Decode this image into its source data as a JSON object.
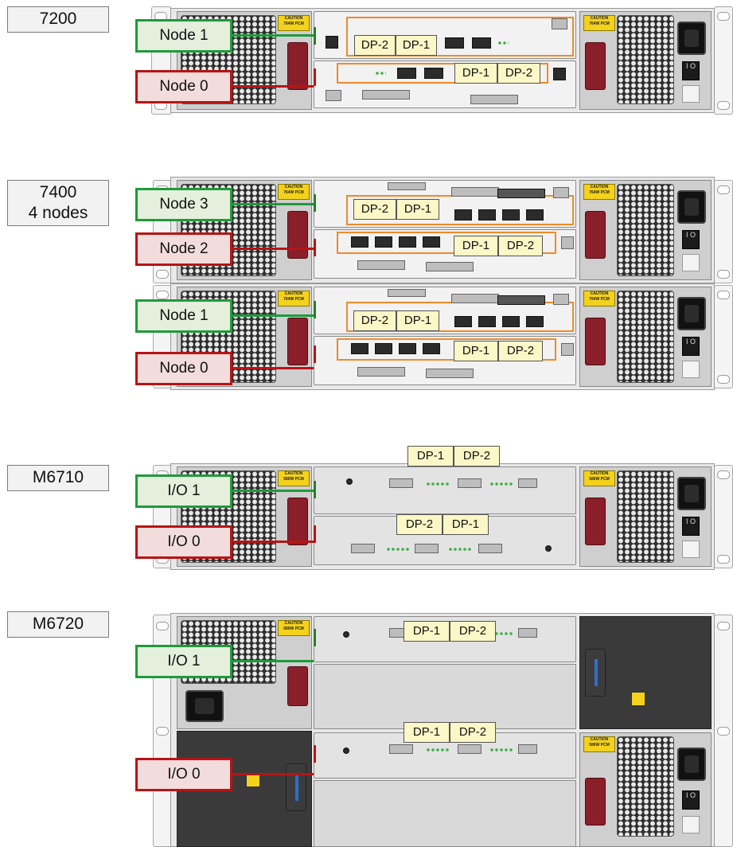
{
  "models": [
    {
      "id": "7200",
      "label": "7200",
      "label2": ""
    },
    {
      "id": "7400",
      "label": "7400",
      "label2": "4 nodes"
    },
    {
      "id": "m6710",
      "label": "M6710",
      "label2": ""
    },
    {
      "id": "m6720",
      "label": "M6720",
      "label2": ""
    }
  ],
  "callouts": {
    "n7200_node1": "Node 1",
    "n7200_node0": "Node 0",
    "n7400_node3": "Node 3",
    "n7400_node2": "Node 2",
    "n7400_node1": "Node 1",
    "n7400_node0": "Node 0",
    "m6710_io1": "I/O 1",
    "m6710_io0": "I/O 0",
    "m6720_io1": "I/O 1",
    "m6720_io0": "I/O 0"
  },
  "ports": {
    "dp1": "DP-1",
    "dp2": "DP-2"
  },
  "psu": {
    "caution": "CAUTION",
    "pcm_764": "764W PCM",
    "pcm_580": "580W PCM"
  },
  "colors": {
    "node_upper_border": "#1f9a3c",
    "node_lower_border": "#b81414",
    "dp_fill": "#fbf7c6",
    "port_outline": "#ef8a2a"
  }
}
